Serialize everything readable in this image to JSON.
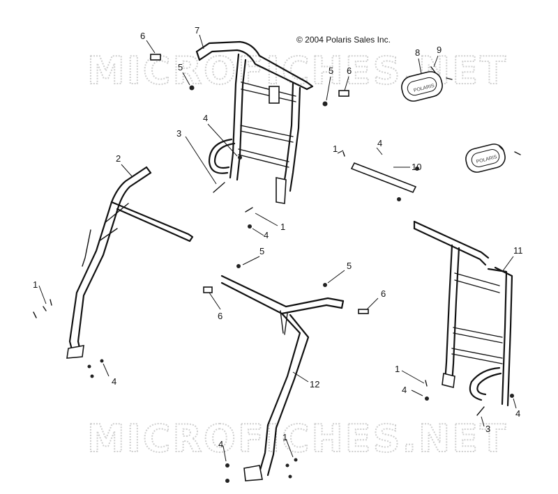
{
  "copyright": "© 2004 Polaris Sales Inc.",
  "watermark": "MICROFICHES.NET",
  "badge_text": "POLARIS",
  "callouts": {
    "c_6a": "6",
    "c_7": "7",
    "c_8": "8",
    "c_9": "9",
    "c_5a": "5",
    "c_5b": "5",
    "c_6b": "6",
    "c_4a": "4",
    "c_3a": "3",
    "c_2": "2",
    "c_1a": "1",
    "c_4b": "4",
    "c_10": "10",
    "c_1b": "1",
    "c_4c": "4",
    "c_5c": "5",
    "c_5d": "5",
    "c_6c": "6",
    "c_6d": "6",
    "c_11": "11",
    "c_1c": "1",
    "c_4d": "4",
    "c_12": "12",
    "c_4e": "4",
    "c_3b": "3",
    "c_4f": "4",
    "c_1d": "1",
    "c_4g": "4"
  }
}
